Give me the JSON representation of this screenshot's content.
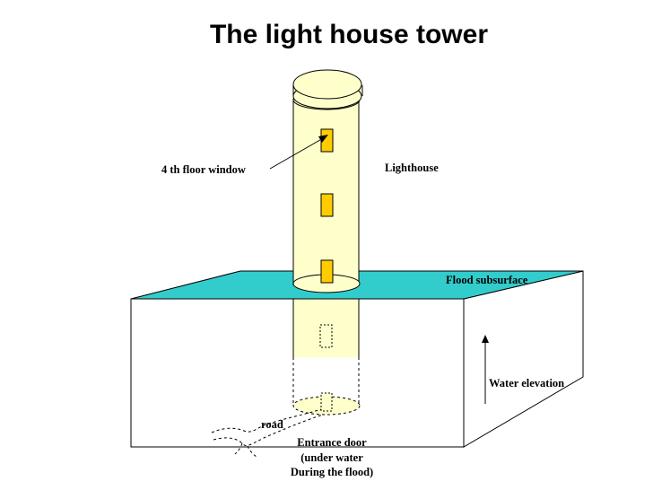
{
  "title": "The light house tower",
  "labels": {
    "window": "4 th floor window",
    "lighthouse": "Lighthouse",
    "flood": "Flood subsurface",
    "water_elevation": "Water elevation",
    "road": "road",
    "entrance_line1": "Entrance door",
    "entrance_line2": "(under water",
    "entrance_line3": "During the flood)"
  },
  "colors": {
    "water": "#33CCCC",
    "tower": "#FFFFCC",
    "window": "#FFCC00",
    "outline": "#000000"
  }
}
